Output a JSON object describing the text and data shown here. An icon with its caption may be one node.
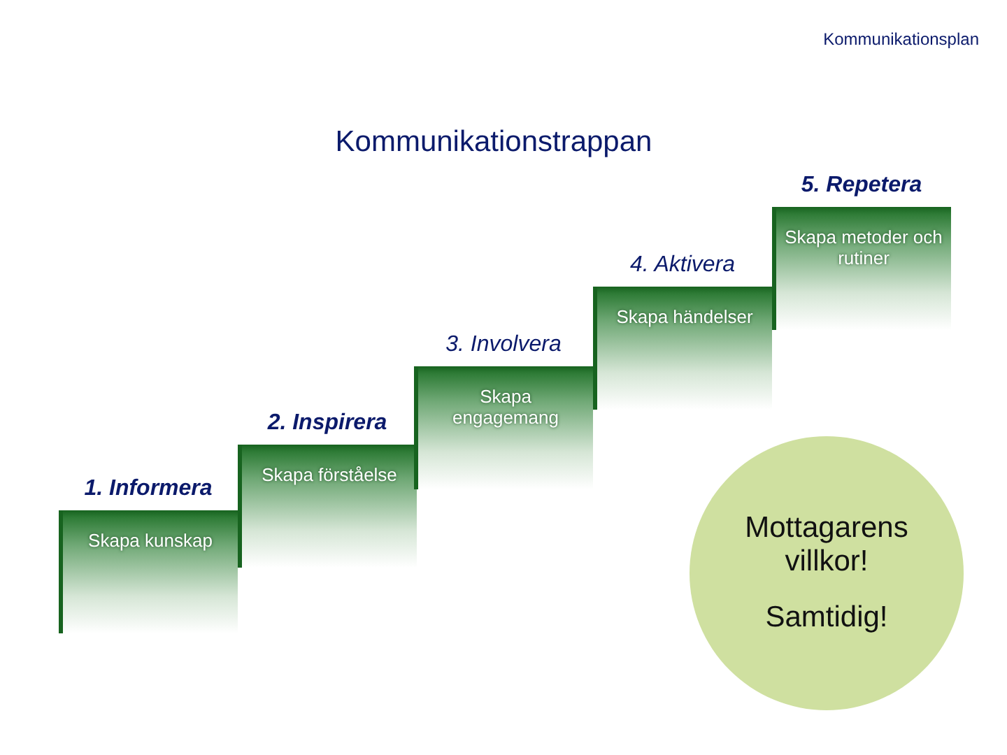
{
  "diagram": {
    "title": "Kommunikationstrappan",
    "nodes": [
      {
        "text": [
          "1. Informera",
          "Skapa kunskap"
        ]
      },
      {
        "text": [
          "2. Inspirera",
          "Skapa förståelse"
        ]
      },
      {
        "text": [
          "3. Involvera",
          "Skapa engagemang"
        ]
      },
      {
        "text": [
          "4. Aktivera",
          "Skapa händelser"
        ]
      },
      {
        "text": [
          "5. Repetera",
          "Skapa metoder och rutiner"
        ]
      },
      {
        "text": [
          "Mottagarens villkor!",
          "Samtidig!"
        ]
      }
    ],
    "labels": [
      "Kommunikationsplan"
    ]
  }
}
